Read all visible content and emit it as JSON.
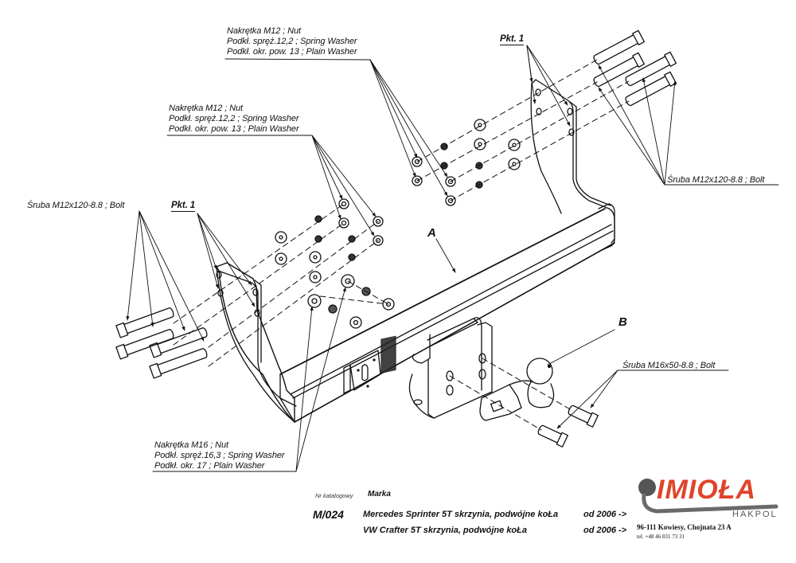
{
  "callouts": {
    "top_nut_group": {
      "line1": "Nakrętka  M12 ; Nut",
      "line2": "Podkł. spręż.12,2 ; Spring Washer",
      "line3": "Podkł. okr. pow. 13 ; Plain Washer"
    },
    "mid_nut_group": {
      "line1": "Nakrętka  M12 ; Nut",
      "line2": "Podkł. spręż.12,2 ; Spring Washer",
      "line3": "Podkł. okr. pow. 13 ; Plain Washer"
    },
    "bottom_nut_group": {
      "line1": "Nakrętka  M16 ; Nut",
      "line2": "Podkł. spręż.16,3 ; Spring Washer",
      "line3": "Podkł. okr. 17 ; Plain Washer"
    },
    "left_bolt": "Śruba M12x120-8.8 ;  Bolt",
    "right_bolt": "Śruba M12x120-8.8 ;  Bolt",
    "ball_bolt": "Śruba M16x50-8.8 ;  Bolt",
    "left_pkt": "Pkt. 1",
    "right_pkt": "Pkt. 1",
    "part_a": "A",
    "part_b": "B"
  },
  "title_block": {
    "catalog_label": "Nr katalogowy",
    "brand_label": "Marka",
    "catalog_number": "M/024",
    "rows": [
      {
        "model": "Mercedes Sprinter 5T skrzynia, podwójne koŁa",
        "year": "od  2006 ->"
      },
      {
        "model": "VW Crafter 5T skrzynia, podwójne koŁa",
        "year": "od  2006 ->"
      }
    ]
  },
  "company": {
    "logo_name": "IMIOŁA",
    "logo_sub": "HAKPOL",
    "address": "96-111 Kowiesy, Chojnata 23 A",
    "phone": "tel. +48 46 831 73 31",
    "accent_color": "#e0442a"
  }
}
